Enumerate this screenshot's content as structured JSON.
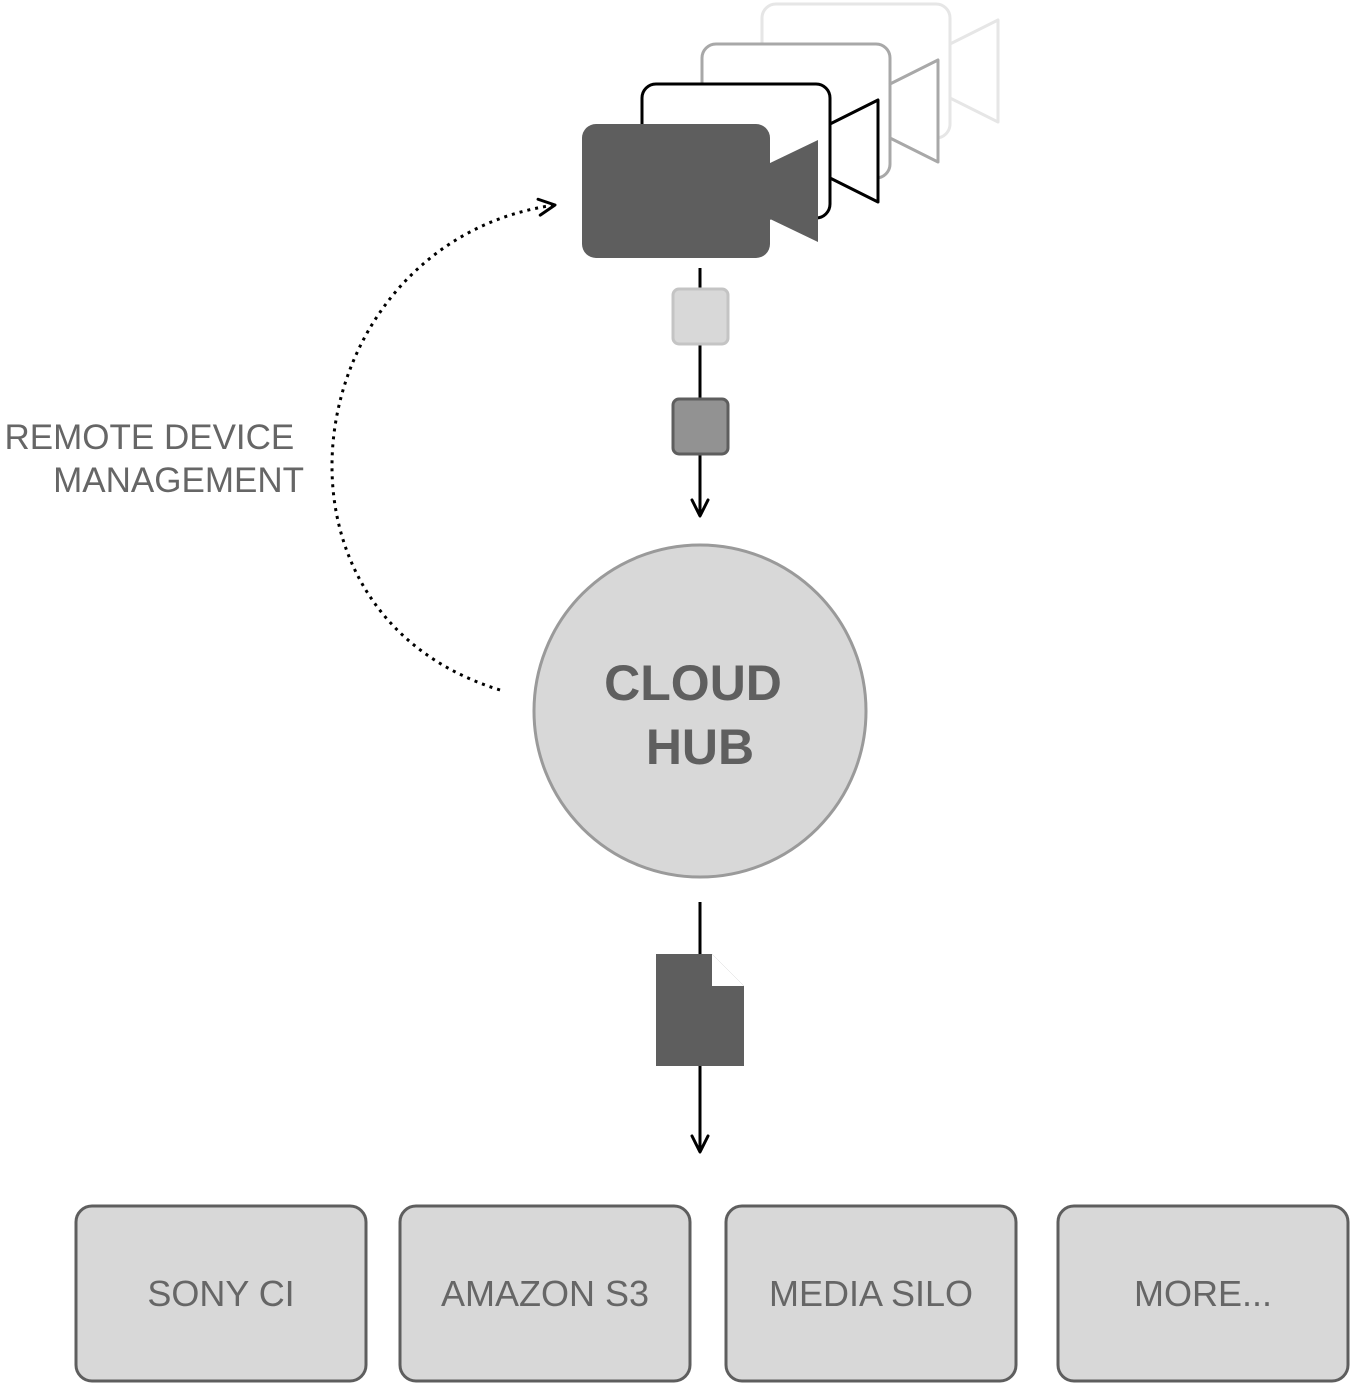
{
  "remote_management": {
    "line1": "REMOTE DEVICE",
    "line2": "MANAGEMENT"
  },
  "hub": {
    "line1": "CLOUD",
    "line2": "HUB"
  },
  "destinations": [
    {
      "label": "SONY CI"
    },
    {
      "label": "AMAZON S3"
    },
    {
      "label": "MEDIA SILO"
    },
    {
      "label": "MORE..."
    }
  ],
  "colors": {
    "dark": "#5e5e5e",
    "medium": "#929292",
    "light_fill": "#d8d8d8",
    "light_border": "#9a9a9a",
    "text": "#666666",
    "line": "#000000"
  }
}
